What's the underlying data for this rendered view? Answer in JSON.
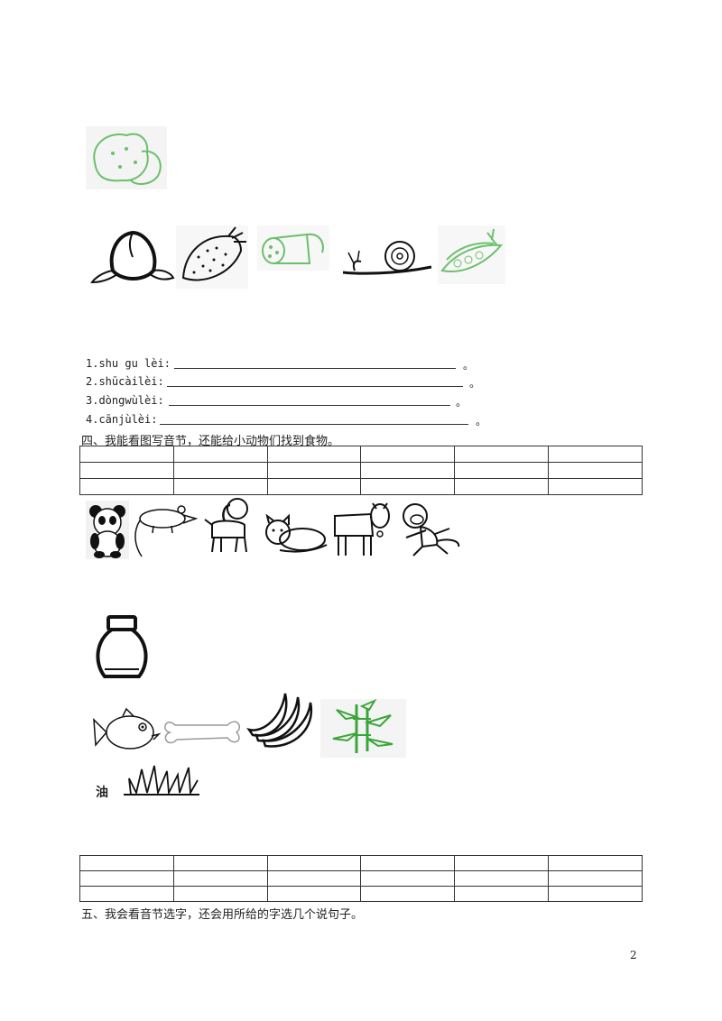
{
  "classify_lines": [
    {
      "label": "1.shu gu lèi:",
      "end": "。"
    },
    {
      "label": "2.shūcàilèi:",
      "end": "。"
    },
    {
      "label": "3.dòngwùlèi:",
      "end": "。"
    },
    {
      "label": "4.cānjùlèi:",
      "end": "。"
    }
  ],
  "section4": {
    "heading": "四、我能看图写音节，还能给小动物们找到食物。"
  },
  "section5": {
    "heading": "五、我会看音节选字，还会用所给的字选几个说句子。"
  },
  "oil_label": "油",
  "page_number": "2",
  "images": {
    "row1": [
      "potato-icon"
    ],
    "row2": [
      "peach-icon",
      "strawberry-icon",
      "lotus-root-icon",
      "snail-icon",
      "pea-pod-icon"
    ],
    "animals": [
      "panda-icon",
      "mouse-icon",
      "dog-icon",
      "cat-icon",
      "cow-icon",
      "monkey-icon"
    ],
    "bottle": [
      "oil-bottle-icon"
    ],
    "foods": [
      "fish-icon",
      "bone-icon",
      "banana-icon",
      "bamboo-icon",
      "grass-icon"
    ]
  },
  "colors": {
    "green_outline": "#6cbf6c",
    "black_outline": "#111111"
  }
}
